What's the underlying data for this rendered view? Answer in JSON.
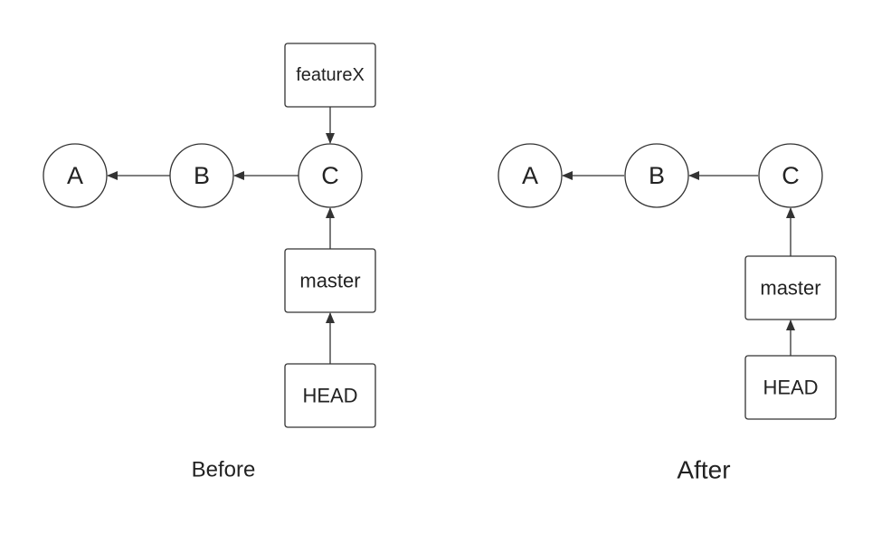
{
  "before": {
    "caption": "Before",
    "commits": [
      "A",
      "B",
      "C"
    ],
    "refs": {
      "feature": "featureX",
      "master": "master",
      "head": "HEAD"
    }
  },
  "after": {
    "caption": "After",
    "commits": [
      "A",
      "B",
      "C"
    ],
    "refs": {
      "master": "master",
      "head": "HEAD"
    }
  },
  "colors": {
    "stroke": "#333333",
    "text": "#222222",
    "background": "#ffffff"
  }
}
